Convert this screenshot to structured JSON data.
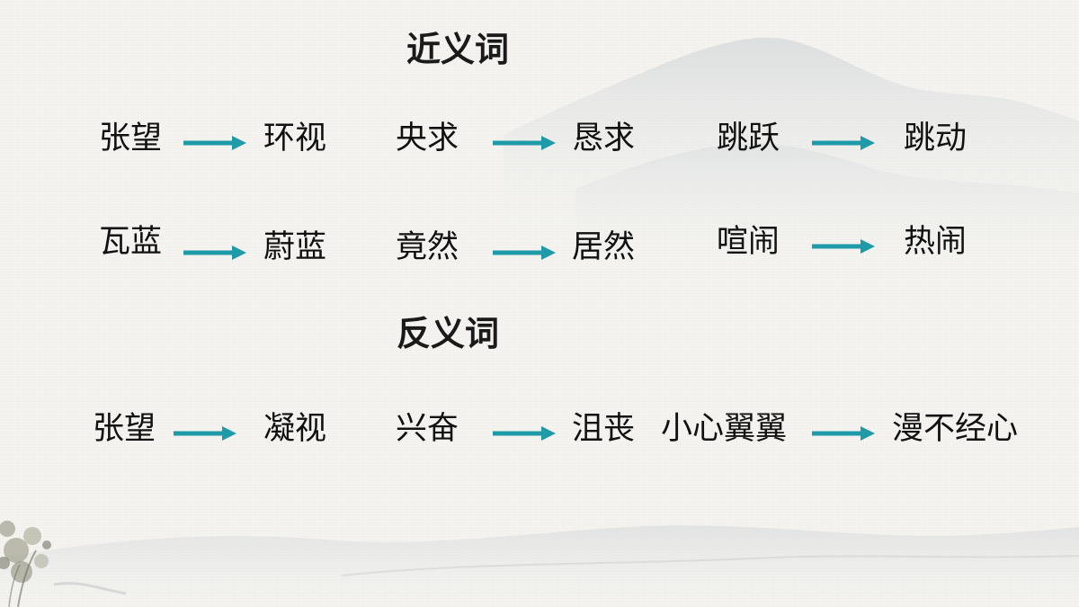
{
  "colors": {
    "arrow": "#1e9aa8",
    "text": "#111111",
    "background": "#f5f4f0"
  },
  "synonyms": {
    "title": "近义词",
    "pairs": [
      {
        "from": "张望",
        "to": "环视"
      },
      {
        "from": "央求",
        "to": "恳求"
      },
      {
        "from": "跳跃",
        "to": "跳动"
      },
      {
        "from": "瓦蓝",
        "to": "蔚蓝"
      },
      {
        "from": "竟然",
        "to": "居然"
      },
      {
        "from": "喧闹",
        "to": "热闹"
      }
    ]
  },
  "antonyms": {
    "title": "反义词",
    "pairs": [
      {
        "from": "张望",
        "to": "凝视"
      },
      {
        "from": "兴奋",
        "to": "沮丧"
      },
      {
        "from": "小心翼翼",
        "to": "漫不经心"
      }
    ]
  },
  "icons": [
    "arrow-right-icon",
    "ink-mountain-decoration",
    "ink-plant-decoration"
  ]
}
